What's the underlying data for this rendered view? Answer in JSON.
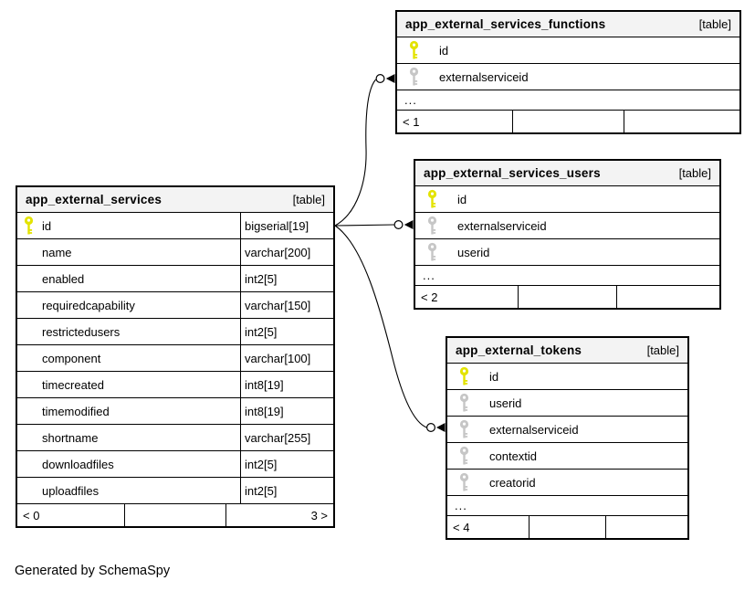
{
  "diagram": {
    "credit": "Generated by SchemaSpy",
    "colors": {
      "header_bg": "#f3f3f3",
      "border": "#000000",
      "primary_key": "#e3e300",
      "foreign_key": "#c6c6c6",
      "line": "#000000"
    }
  },
  "tables": [
    {
      "name": "app_external_services",
      "tag": "[table]",
      "columns": [
        {
          "name": "id",
          "type": "bigserial[19]",
          "key": "primary"
        },
        {
          "name": "name",
          "type": "varchar[200]",
          "key": ""
        },
        {
          "name": "enabled",
          "type": "int2[5]",
          "key": ""
        },
        {
          "name": "requiredcapability",
          "type": "varchar[150]",
          "key": ""
        },
        {
          "name": "restrictedusers",
          "type": "int2[5]",
          "key": ""
        },
        {
          "name": "component",
          "type": "varchar[100]",
          "key": ""
        },
        {
          "name": "timecreated",
          "type": "int8[19]",
          "key": ""
        },
        {
          "name": "timemodified",
          "type": "int8[19]",
          "key": ""
        },
        {
          "name": "shortname",
          "type": "varchar[255]",
          "key": ""
        },
        {
          "name": "downloadfiles",
          "type": "int2[5]",
          "key": ""
        },
        {
          "name": "uploadfiles",
          "type": "int2[5]",
          "key": ""
        }
      ],
      "footer": {
        "left": "< 0",
        "middle": "",
        "right": "3 >"
      }
    },
    {
      "name": "app_external_services_functions",
      "tag": "[table]",
      "columns": [
        {
          "name": "id",
          "key": "primary"
        },
        {
          "name": "externalserviceid",
          "key": "foreign"
        }
      ],
      "ellipsis": "...",
      "footer": {
        "left": "< 1",
        "middle": "",
        "right": ""
      }
    },
    {
      "name": "app_external_services_users",
      "tag": "[table]",
      "columns": [
        {
          "name": "id",
          "key": "primary"
        },
        {
          "name": "externalserviceid",
          "key": "foreign"
        },
        {
          "name": "userid",
          "key": "foreign"
        }
      ],
      "ellipsis": "...",
      "footer": {
        "left": "< 2",
        "middle": "",
        "right": ""
      }
    },
    {
      "name": "app_external_tokens",
      "tag": "[table]",
      "columns": [
        {
          "name": "id",
          "key": "primary"
        },
        {
          "name": "userid",
          "key": "foreign"
        },
        {
          "name": "externalserviceid",
          "key": "foreign"
        },
        {
          "name": "contextid",
          "key": "foreign"
        },
        {
          "name": "creatorid",
          "key": "foreign"
        }
      ],
      "ellipsis": "...",
      "footer": {
        "left": "< 4",
        "middle": "",
        "right": ""
      }
    }
  ],
  "relationships": [
    {
      "from": "app_external_services.id",
      "to": "app_external_services_functions.externalserviceid"
    },
    {
      "from": "app_external_services.id",
      "to": "app_external_services_users.externalserviceid"
    },
    {
      "from": "app_external_services.id",
      "to": "app_external_tokens.externalserviceid"
    }
  ]
}
